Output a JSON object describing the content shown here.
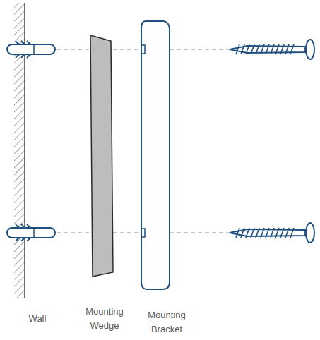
{
  "diagram": {
    "labels": [
      "Wall",
      "Mounting Wedge",
      "Mounting Bracket"
    ]
  }
}
